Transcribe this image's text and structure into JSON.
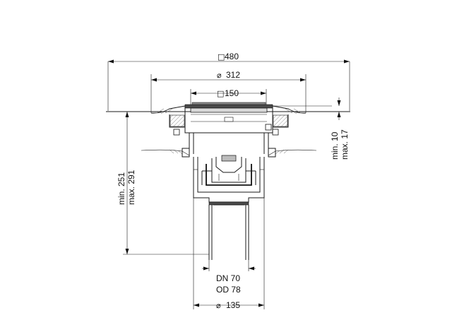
{
  "dimensions": {
    "overall_width": {
      "symbol": "□",
      "value": "480"
    },
    "outer_diameter": {
      "symbol": "⌀",
      "value": "312"
    },
    "grate_size": {
      "symbol": "□",
      "value": "150"
    },
    "height_min": "min. 251",
    "height_max": "max. 291",
    "flange_min": "min. 10",
    "flange_max": "max. 17",
    "pipe_dn": "DN 70",
    "pipe_od": "OD 78",
    "bottom_diameter": {
      "symbol": "⌀",
      "value": "135"
    }
  }
}
